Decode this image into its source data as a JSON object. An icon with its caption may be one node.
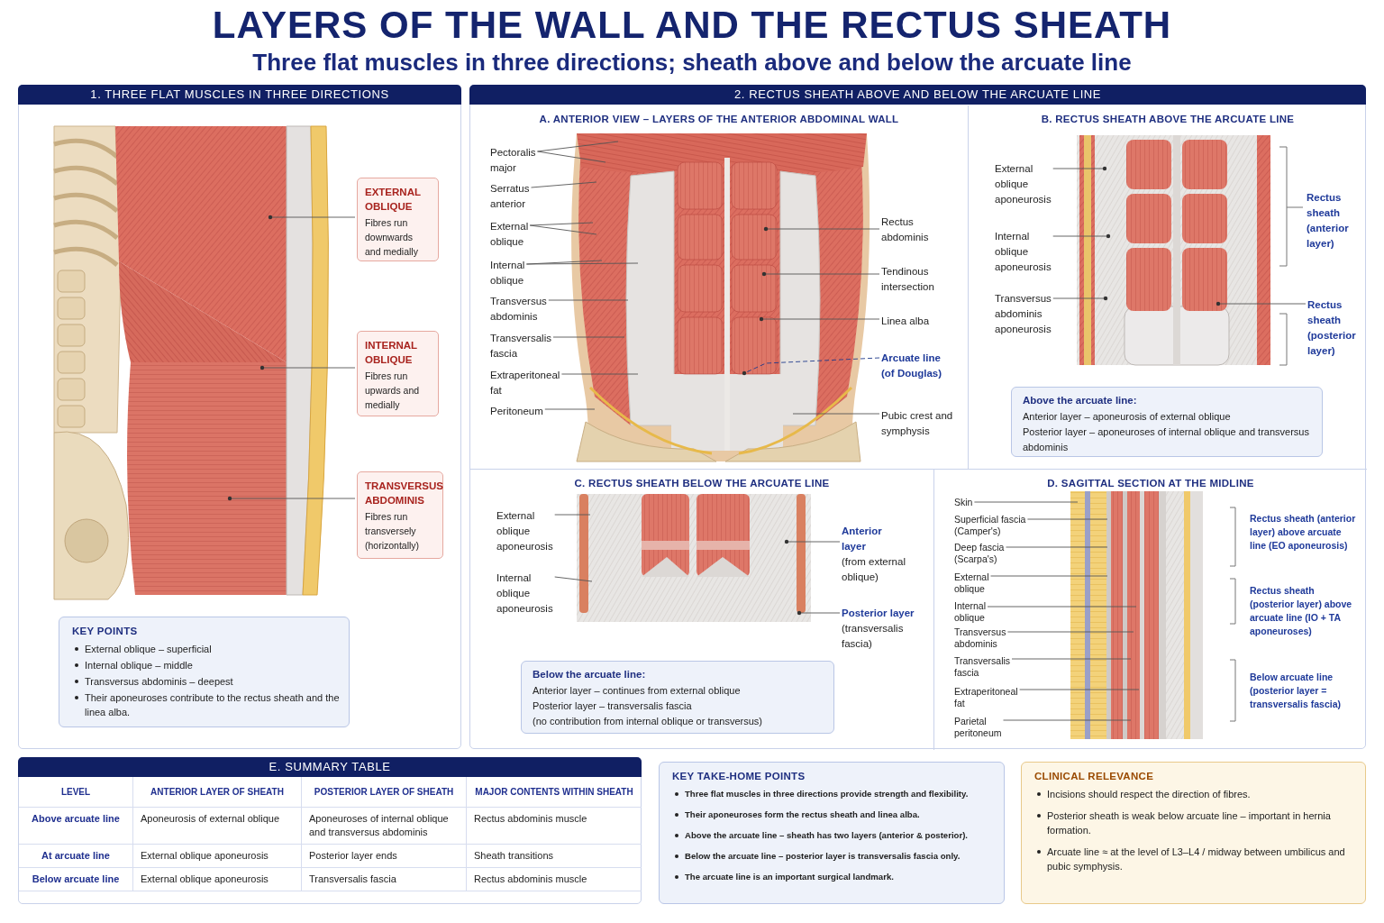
{
  "diagram": {
    "title": "LAYERS OF THE WALL AND THE RECTUS SHEATH",
    "nodes": [
      {
        "text": [
          "1. THREE FLAT MUSCLES IN THREE DIRECTIONS"
        ]
      },
      {
        "text": [
          "EXTERNAL OBLIQUE",
          "Fibres run downwards and medially"
        ],
        "in": 0
      },
      {
        "text": [
          "INTERNAL OBLIQUE",
          "Fibres run upwards and medially"
        ],
        "in": 0
      },
      {
        "text": [
          "TRANSVERSUS ABDOMINIS",
          "Fibres run transversely (horizontally)"
        ],
        "in": 0
      },
      {
        "text": [
          "KEY POINTS",
          "External oblique – superficial",
          "Internal oblique – middle",
          "Transversus abdominis – deepest",
          "Their aponeuroses contribute to the rectus sheath and the linea alba."
        ],
        "in": 0
      },
      {
        "text": [
          "2. RECTUS SHEATH ABOVE AND BELOW THE ARCUATE LINE"
        ]
      },
      {
        "text": [
          "A. ANTERIOR VIEW – LAYERS OF THE ANTERIOR ABDOMINAL WALL"
        ],
        "in": 5
      },
      {
        "text": [
          "Pectoralis major"
        ],
        "in": 6
      },
      {
        "text": [
          "Serratus anterior"
        ],
        "in": 6
      },
      {
        "text": [
          "External oblique"
        ],
        "in": 6
      },
      {
        "text": [
          "Internal oblique"
        ],
        "in": 6
      },
      {
        "text": [
          "Transversus abdominis"
        ],
        "in": 6
      },
      {
        "text": [
          "Transversalis fascia"
        ],
        "in": 6
      },
      {
        "text": [
          "Extraperitoneal fat"
        ],
        "in": 6
      },
      {
        "text": [
          "Peritoneum"
        ],
        "in": 6
      },
      {
        "text": [
          "Rectus abdominis"
        ],
        "in": 6
      },
      {
        "text": [
          "Tendinous intersection"
        ],
        "in": 6
      },
      {
        "text": [
          "Linea alba"
        ],
        "in": 6
      },
      {
        "text": [
          "Arcuate line (of Douglas)"
        ],
        "in": 6
      },
      {
        "text": [
          "Pubic crest and symphysis"
        ],
        "in": 6
      },
      {
        "text": [
          "B. RECTUS SHEATH ABOVE THE ARCUATE LINE"
        ],
        "in": 5
      },
      {
        "text": [
          "External oblique aponeurosis"
        ],
        "in": 20
      },
      {
        "text": [
          "Internal oblique aponeurosis"
        ],
        "in": 20
      },
      {
        "text": [
          "Transversus abdominis aponeurosis"
        ],
        "in": 20
      },
      {
        "text": [
          "Rectus sheath (posterior layer)"
        ],
        "in": 20
      },
      {
        "text": [
          "Above the arcuate line:",
          "Anterior layer – aponeurosis of external oblique",
          "Posterior layer – aponeuroses of internal oblique and transversus abdominis"
        ],
        "in": 20
      },
      {
        "text": [
          "C. RECTUS SHEATH BELOW THE ARCUATE LINE"
        ],
        "in": 5
      },
      {
        "text": [
          "External oblique aponeurosis"
        ],
        "in": 26
      },
      {
        "text": [
          "Internal oblique aponeurosis"
        ],
        "in": 26
      },
      {
        "text": [
          "Anterior layer",
          "(from external oblique)"
        ],
        "in": 26
      },
      {
        "text": [
          "Posterior layer",
          "(transversalis fascia)"
        ],
        "in": 26
      },
      {
        "text": [
          "Below the arcuate line:",
          "Anterior layer – continues from external oblique",
          "Posterior layer – transversalis fascia",
          "(no contribution from internal oblique or transversus)"
        ],
        "in": 26
      },
      {
        "text": [
          "D. SAGITTAL SECTION AT THE MIDLINE"
        ],
        "in": 5
      },
      {
        "text": [
          "Skin"
        ],
        "in": 32
      },
      {
        "text": [
          "Superficial fascia (Camper's)"
        ],
        "in": 32
      },
      {
        "text": [
          "Deep fascia (Scarpa's)"
        ],
        "in": 32
      },
      {
        "text": [
          "External oblique"
        ],
        "in": 32
      },
      {
        "text": [
          "Internal oblique"
        ],
        "in": 32
      },
      {
        "text": [
          "Transversus abdominis"
        ],
        "in": 32
      },
      {
        "text": [
          "Transversalis fascia"
        ],
        "in": 32
      },
      {
        "text": [
          "Extraperitoneal fat"
        ],
        "in": 32
      },
      {
        "text": [
          "Parietal peritoneum"
        ],
        "in": 32
      },
      {
        "text": [
          "E. SUMMARY TABLE"
        ]
      },
      {
        "text": [
          "KEY TAKE-HOME POINTS",
          "Three flat muscles in three directions provide strength and flexibility.",
          "Their aponeuroses form the rectus sheath and linea alba.",
          "Above the arcuate line – sheath has two layers (anterior & posterior).",
          "Below the arcuate line – posterior layer is transversalis fascia only.",
          "The arcuate line is an important surgical landmark."
        ]
      },
      {
        "text": [
          "CLINICAL RELEVANCE",
          "Incisions should respect the direction of fibres.",
          "Posterior sheath is weak below arcuate line – important in hernia formation.",
          "Arcuate line ≈ at the level of L3–L4 / midway between umbilicus and pubic symphysis."
        ]
      }
    ],
    "edges": [
      {
        "from": 1,
        "to": null,
        "arrow": "other"
      },
      {
        "from": 2,
        "to": null,
        "arrow": "other"
      },
      {
        "from": 3,
        "to": null,
        "arrow": "other"
      },
      {
        "from": 7,
        "to": null,
        "arrow": "none"
      },
      {
        "from": 7,
        "to": null,
        "arrow": "none"
      },
      {
        "from": 8,
        "to": null,
        "arrow": "none"
      },
      {
        "from": 9,
        "to": null,
        "arrow": "none"
      },
      {
        "from": 9,
        "to": null,
        "arrow": "none"
      },
      {
        "from": 10,
        "to": null,
        "arrow": "none"
      },
      {
        "from": 10,
        "to": null,
        "arrow": "none"
      },
      {
        "from": 11,
        "to": null,
        "arrow": "none"
      },
      {
        "from": 12,
        "to": null,
        "arrow": "none"
      },
      {
        "from": 13,
        "to": null,
        "arrow": "none"
      },
      {
        "from": 14,
        "to": null,
        "arrow": "none"
      },
      {
        "from": 15,
        "to": null,
        "arrow": "other"
      },
      {
        "from": 16,
        "to": null,
        "arrow": "other"
      },
      {
        "from": 17,
        "to": null,
        "arrow": "other"
      },
      {
        "from": 18,
        "to": null,
        "arrow": "other",
        "style": "dashed",
        "color": "#1f3a8a"
      },
      {
        "from": 19,
        "to": null,
        "arrow": "none"
      },
      {
        "from": 21,
        "to": null,
        "arrow": "other"
      },
      {
        "from": 22,
        "to": null,
        "arrow": "other"
      },
      {
        "from": 23,
        "to": null,
        "arrow": "other"
      },
      {
        "from": 24,
        "to": null,
        "arrow": "other"
      },
      {
        "from": 27,
        "to": null,
        "arrow": "none"
      },
      {
        "from": 28,
        "to": null,
        "arrow": "none"
      },
      {
        "from": 29,
        "to": null,
        "arrow": "other"
      },
      {
        "from": 30,
        "to": null,
        "arrow": "other"
      },
      {
        "from": 33,
        "to": null,
        "arrow": "none"
      },
      {
        "from": 34,
        "to": null,
        "arrow": "none"
      },
      {
        "from": 35,
        "to": null,
        "arrow": "none"
      },
      {
        "from": 36,
        "to": null,
        "arrow": "none"
      },
      {
        "from": 37,
        "to": null,
        "arrow": "none"
      },
      {
        "from": 38,
        "to": null,
        "arrow": "none"
      },
      {
        "from": 39,
        "to": null,
        "arrow": "none"
      },
      {
        "from": 40,
        "to": null,
        "arrow": "none"
      },
      {
        "from": 41,
        "to": null,
        "arrow": "none"
      }
    ],
    "labels": [
      "Three flat muscles in three directions; sheath above and below the arcuate line",
      "Rectus sheath (anterior layer)",
      "Rectus sheath (anterior layer) above arcuate line (EO aponeurosis)",
      "Rectus sheath (posterior layer) above arcuate line (IO + TA aponeuroses)",
      "Below arcuate line (posterior layer = transversalis fascia)",
      "LEVEL",
      "ANTERIOR LAYER OF SHEATH",
      "POSTERIOR LAYER OF SHEATH",
      "MAJOR CONTENTS WITHIN SHEATH",
      "Above arcuate line",
      "Aponeurosis of external oblique",
      "Aponeuroses of internal oblique and transversus abdominis",
      "Rectus abdominis muscle",
      "At arcuate line",
      "External oblique aponeurosis",
      "Posterior layer ends",
      "Sheath transitions",
      "Below arcuate line",
      "External oblique aponeurosis",
      "Transversalis fascia",
      "Rectus abdominis muscle"
    ]
  }
}
